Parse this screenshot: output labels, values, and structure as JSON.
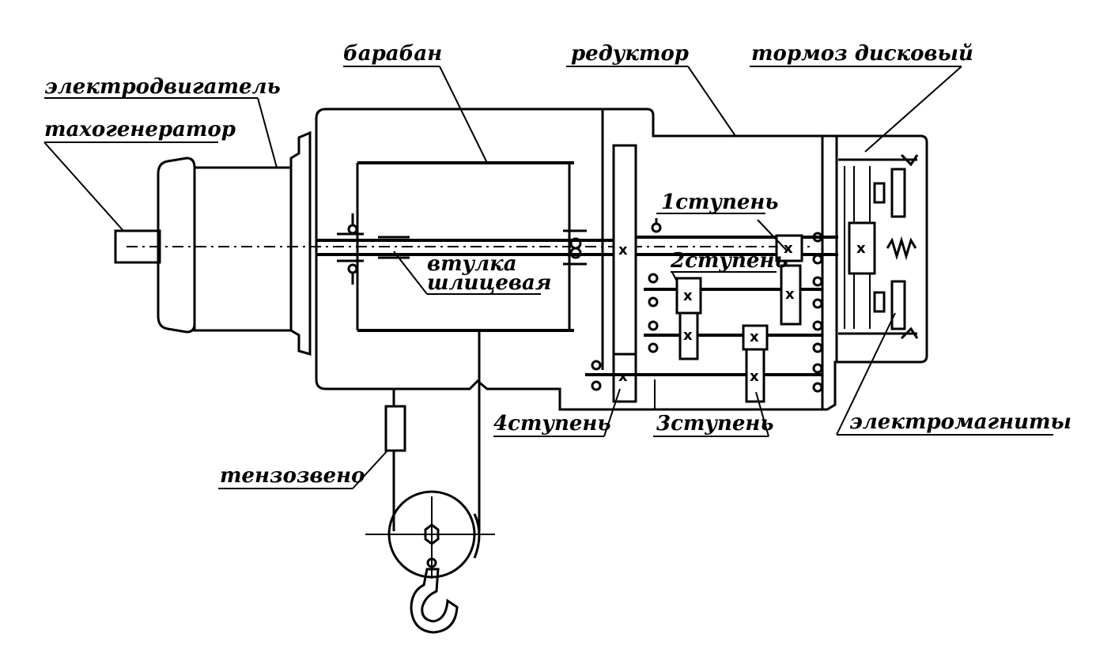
{
  "labels": {
    "motor": "электродвигатель",
    "tacho": "тахогенератор",
    "drum": "барабан",
    "reducer": "редуктор",
    "brake": "тормоз дисковый",
    "stage1": "1ступень",
    "stage2": "2ступень",
    "stage3": "3ступень",
    "stage4": "4ступень",
    "spline_line1": "втулка",
    "spline_line2": "шлицевая",
    "strain_link": "тензозвено",
    "electromagnets": "электромагниты"
  },
  "gear_mark": "x"
}
